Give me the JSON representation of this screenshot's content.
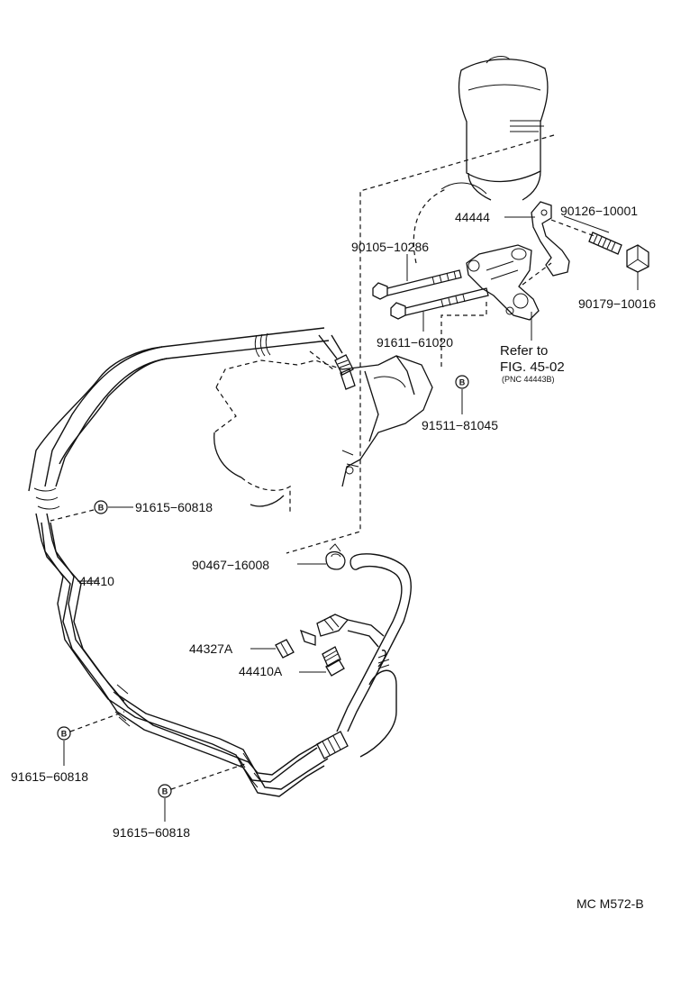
{
  "parts": {
    "p44444": "44444",
    "p90126_10001": "90126−10001",
    "p90105_10286": "90105−10286",
    "p90179_10016": "90179−10016",
    "p91611_61020": "91611−61020",
    "refer_line1": "Refer to",
    "refer_line2": "FIG. 45-02",
    "refer_line3": "(PNC 44443B)",
    "p91511_81045": "91511−81045",
    "p91615_60818_a": "91615−60818",
    "p44410": "44410",
    "p90467_16008": "90467−16008",
    "p44327A": "44327A",
    "p44410A": "44410A",
    "p91615_60818_b": "91615−60818",
    "p91615_60818_c": "91615−60818"
  },
  "badges": {
    "b1": "B",
    "b2": "B",
    "b3": "B",
    "b4": "B"
  },
  "footer": {
    "code": "MC M572-B"
  }
}
